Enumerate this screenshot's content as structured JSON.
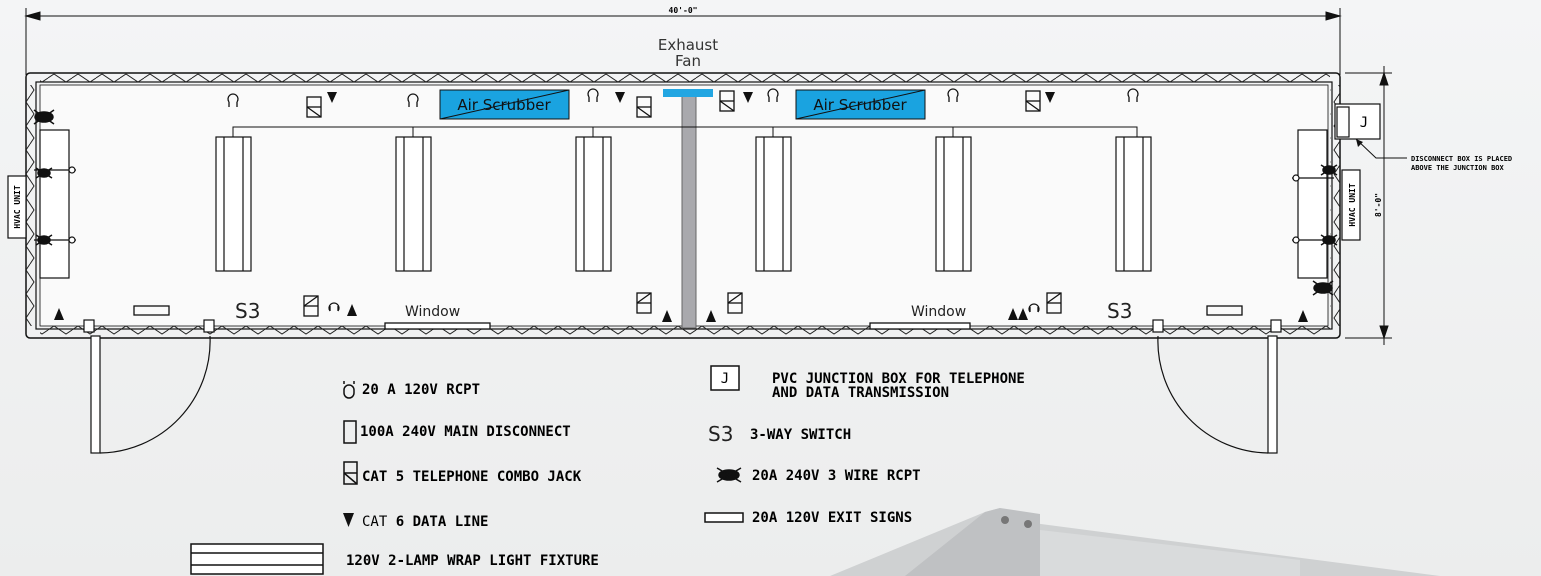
{
  "dimensions": {
    "length": "40'-0\"",
    "width": "8'-0\""
  },
  "exhaust_fan": {
    "line1": "Exhaust",
    "line2": "Fan"
  },
  "air_scrubber_label": "Air Scrubber",
  "window_label": "Window",
  "hvac_label": "HVAC UNIT",
  "switch_label": "S3",
  "junction_symbol": "J",
  "disconnect_note": {
    "line1": "DISCONNECT BOX IS PLACED",
    "line2": "ABOVE THE JUNCTION BOX"
  },
  "legend": {
    "rcpt_120": "20 A 120V RCPT",
    "main_disconnect": "100A 240V MAIN DISCONNECT",
    "combo_jack": "CAT 5 TELEPHONE COMBO JACK",
    "data_line_prefix": "CAT ",
    "data_line_bold": "6 DATA LINE",
    "light_fixture": "120V 2-LAMP WRAP LIGHT FIXTURE",
    "junction_box_line1": "PVC JUNCTION BOX FOR TELEPHONE",
    "junction_box_line2": "AND DATA TRANSMISSION",
    "three_way_switch": "3-WAY SWITCH",
    "rcpt_240": "20A 240V 3 WIRE RCPT",
    "exit_signs": "20A 120V EXIT SIGNS"
  },
  "colors": {
    "air_scrubber_fill": "#1aa3e0",
    "exhaust_fan_fill": "#22a6e2",
    "duct_fill": "#a9a9ad",
    "line": "#111111"
  }
}
